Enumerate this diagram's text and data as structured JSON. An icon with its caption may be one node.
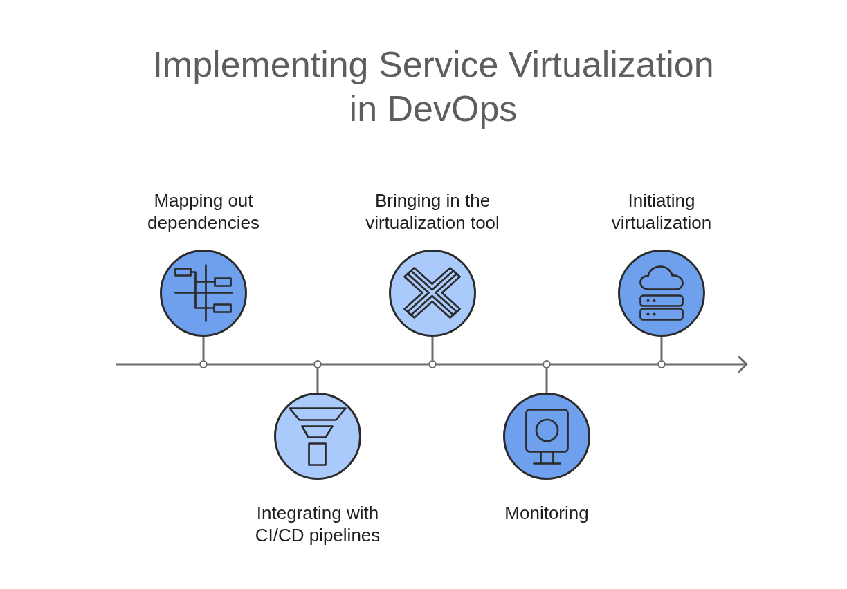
{
  "diagram": {
    "title": "Implementing Service Virtualization in DevOps",
    "nodes": [
      {
        "text": [
          "Mapping out dependencies"
        ]
      },
      {
        "text": [
          "Integrating with CI/CD pipelines"
        ]
      },
      {
        "text": [
          "Bringing in the virtualization tool"
        ]
      },
      {
        "text": [
          "Monitoring"
        ]
      },
      {
        "text": [
          "Initiating virtualization"
        ]
      },
      {
        "text": [],
        "shape": "circle"
      },
      {
        "text": [],
        "shape": "circle"
      },
      {
        "text": [],
        "shape": "circle"
      },
      {
        "text": [],
        "shape": "circle"
      },
      {
        "text": [],
        "shape": "circle"
      }
    ],
    "edges": [
      {
        "from": 0,
        "to": 5,
        "arrow": "none"
      },
      {
        "from": 1,
        "to": 6,
        "arrow": "none"
      },
      {
        "from": 2,
        "to": 7,
        "arrow": "none"
      },
      {
        "from": 3,
        "to": 8,
        "arrow": "none"
      },
      {
        "from": 4,
        "to": 9,
        "arrow": "none"
      },
      {
        "from": null,
        "to": 5,
        "arrow": "none"
      },
      {
        "from": 5,
        "to": 6,
        "arrow": "none"
      },
      {
        "from": 6,
        "to": 7,
        "arrow": "none"
      },
      {
        "from": 7,
        "to": 8,
        "arrow": "none"
      },
      {
        "from": 8,
        "to": 9,
        "arrow": "none"
      },
      {
        "from": 9,
        "to": null,
        "arrow": "to"
      }
    ]
  }
}
